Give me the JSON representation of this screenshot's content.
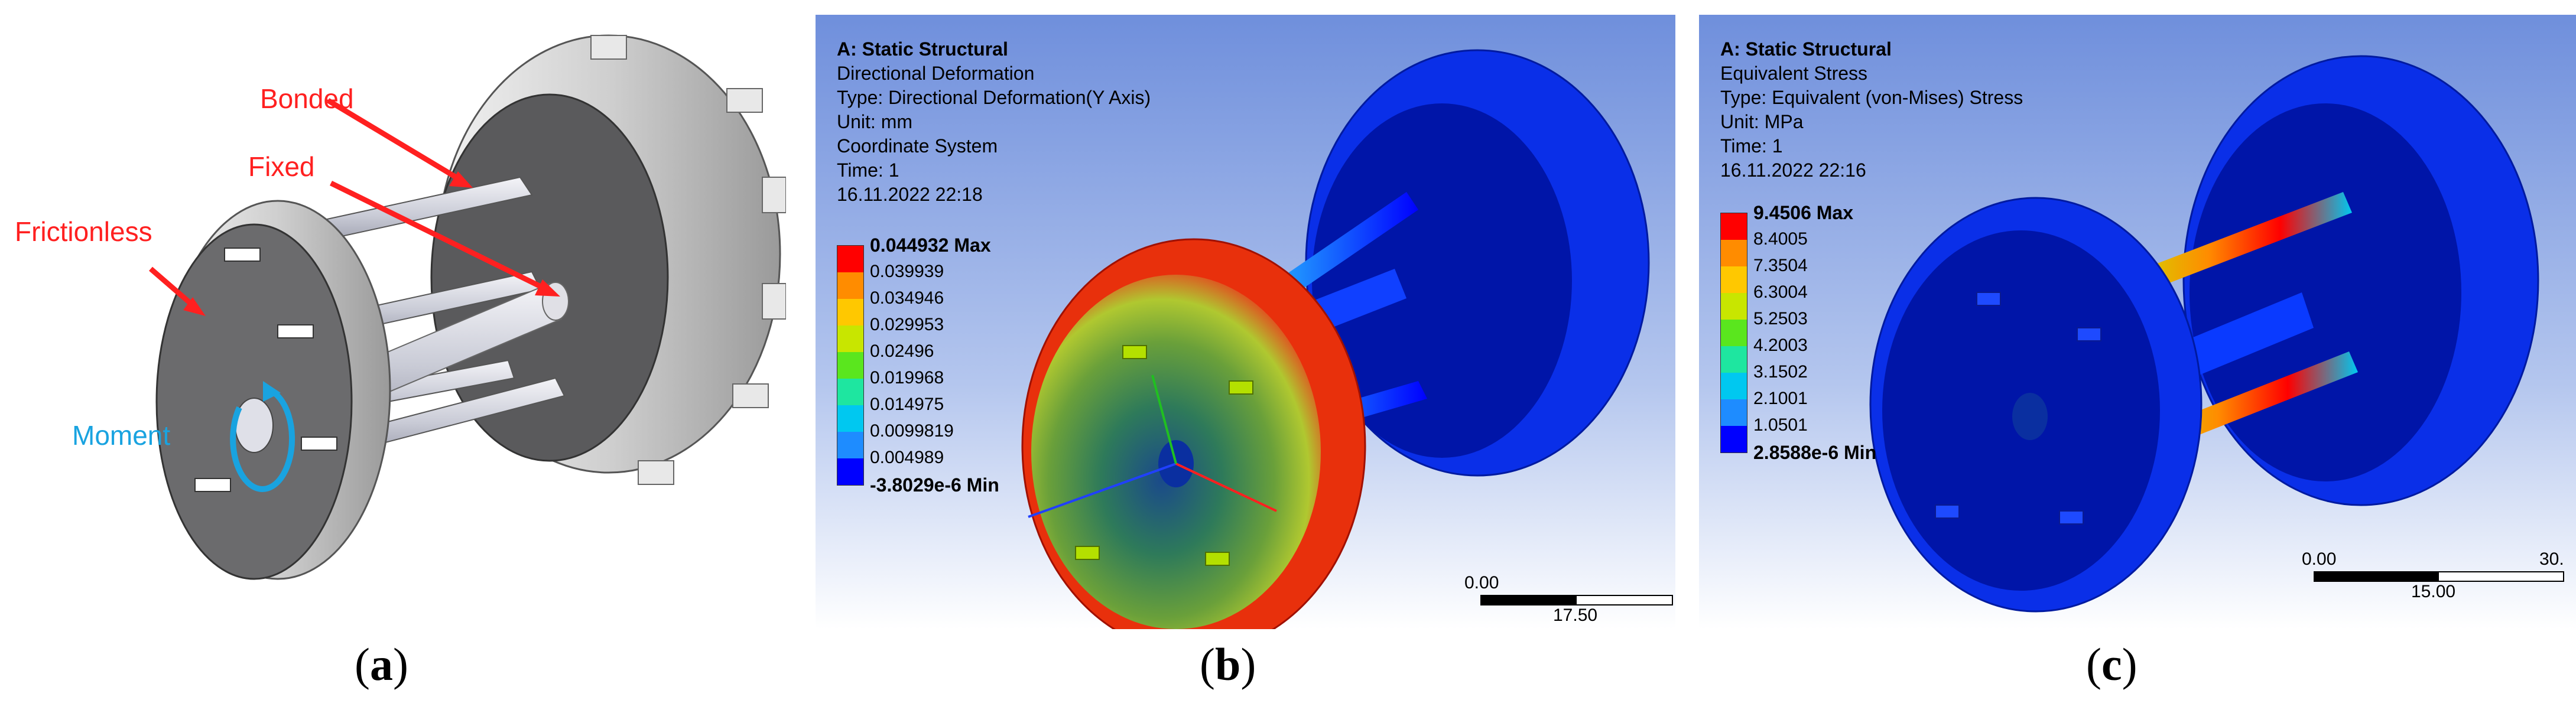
{
  "panel_a": {
    "caption": "a",
    "labels": {
      "bonded": "Bonded",
      "fixed": "Fixed",
      "frictionless": "Frictionless",
      "moment": "Moment"
    },
    "colors": {
      "arrow_red": "#ff2020",
      "moment_blue": "#19a3e0"
    }
  },
  "panel_b": {
    "caption": "b",
    "header": {
      "title": "A: Static Structural",
      "result": "Directional Deformation",
      "type": "Type: Directional Deformation(Y Axis)",
      "unit": "Unit: mm",
      "coord": "Coordinate System",
      "time": "Time: 1",
      "date": "16.11.2022 22:18"
    },
    "legend": {
      "max": "0.044932 Max",
      "values": [
        "0.039939",
        "0.034946",
        "0.029953",
        "0.02496",
        "0.019968",
        "0.014975",
        "0.0099819",
        "0.004989"
      ],
      "min": "-3.8029e-6 Min"
    },
    "scale_bar": {
      "start": "0.00",
      "end": "17.50"
    }
  },
  "panel_c": {
    "caption": "c",
    "header": {
      "title": "A: Static Structural",
      "result": "Equivalent Stress",
      "type": "Type: Equivalent (von-Mises) Stress",
      "unit": "Unit: MPa",
      "time": "Time: 1",
      "date": "16.11.2022 22:16"
    },
    "legend": {
      "max": "9.4506 Max",
      "values": [
        "8.4005",
        "7.3504",
        "6.3004",
        "5.2503",
        "4.2003",
        "3.1502",
        "2.1001",
        "1.0501"
      ],
      "min": "2.8588e-6 Min"
    },
    "scale_bar": {
      "start": "0.00",
      "mid": "15.00",
      "end": "30."
    }
  },
  "contour_colors": [
    "#ff0000",
    "#ff8c00",
    "#ffc800",
    "#c8e600",
    "#5ae61e",
    "#1ee6a0",
    "#00c8f0",
    "#1e8cff",
    "#0000ff"
  ]
}
